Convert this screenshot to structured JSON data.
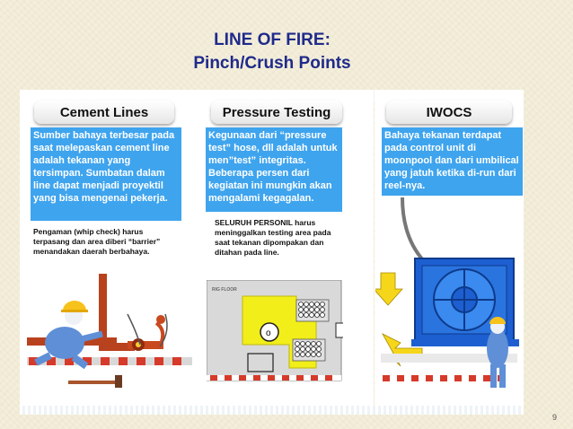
{
  "slide": {
    "title_line1": "LINE OF FIRE:",
    "title_line2": "Pinch/Crush Points",
    "page_number": "9"
  },
  "panels": [
    {
      "heading": "Cement Lines",
      "description": "Sumber bahaya terbesar pada saat melepaskan cement line adalah tekanan yang tersimpan. Sumbatan dalam line dapat menjadi proyektil yang bisa mengenai pekerja.",
      "note": "Pengaman (whip check) harus terpasang dan area diberi “barrier” menandakan daerah berbahaya."
    },
    {
      "heading": "Pressure Testing",
      "description": "Kegunaan dari “pressure test” hose, dll adalah untuk men”test” integritas. Beberapa persen dari kegiatan ini mungkin akan mengalami kegagalan.",
      "note": "SELURUH PERSONIL harus meninggalkan testing area pada saat tekanan dipompakan dan ditahan pada line.",
      "floor_label": "RIG FLOOR"
    },
    {
      "heading": "IWOCS",
      "description": "Bahaya tekanan terdapat pada control unit di moonpool dan dari umbilical yang jatuh ketika di-run dari reel-nya."
    }
  ],
  "colors": {
    "title": "#1f2a8a",
    "description_bg": "#3fa4ee",
    "hazard_yellow": "#f2ee1a",
    "equipment_blue": "#1d5fd1"
  }
}
